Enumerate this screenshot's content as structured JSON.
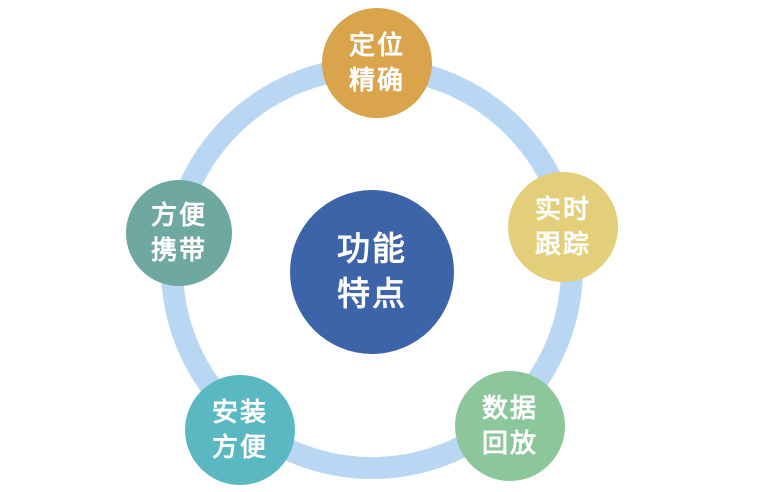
{
  "diagram": {
    "title_semantic": "feature-overview-diagram",
    "background": "#ffffff",
    "ring_color": "#b9d6f2",
    "center": {
      "line1": "功能",
      "line2": "特点",
      "color": "#3d63a8"
    },
    "nodes": [
      {
        "id": "accurate-positioning",
        "line1": "定位",
        "line2": "精确",
        "color": "#d9a44c"
      },
      {
        "id": "realtime-tracking",
        "line1": "实时",
        "line2": "跟踪",
        "color": "#e3cf7a"
      },
      {
        "id": "data-playback",
        "line1": "数据",
        "line2": "回放",
        "color": "#8cc79c"
      },
      {
        "id": "easy-install",
        "line1": "安装",
        "line2": "方便",
        "color": "#5ab8c2"
      },
      {
        "id": "portable",
        "line1": "方便",
        "line2": "携带",
        "color": "#6fa8a1"
      }
    ]
  }
}
